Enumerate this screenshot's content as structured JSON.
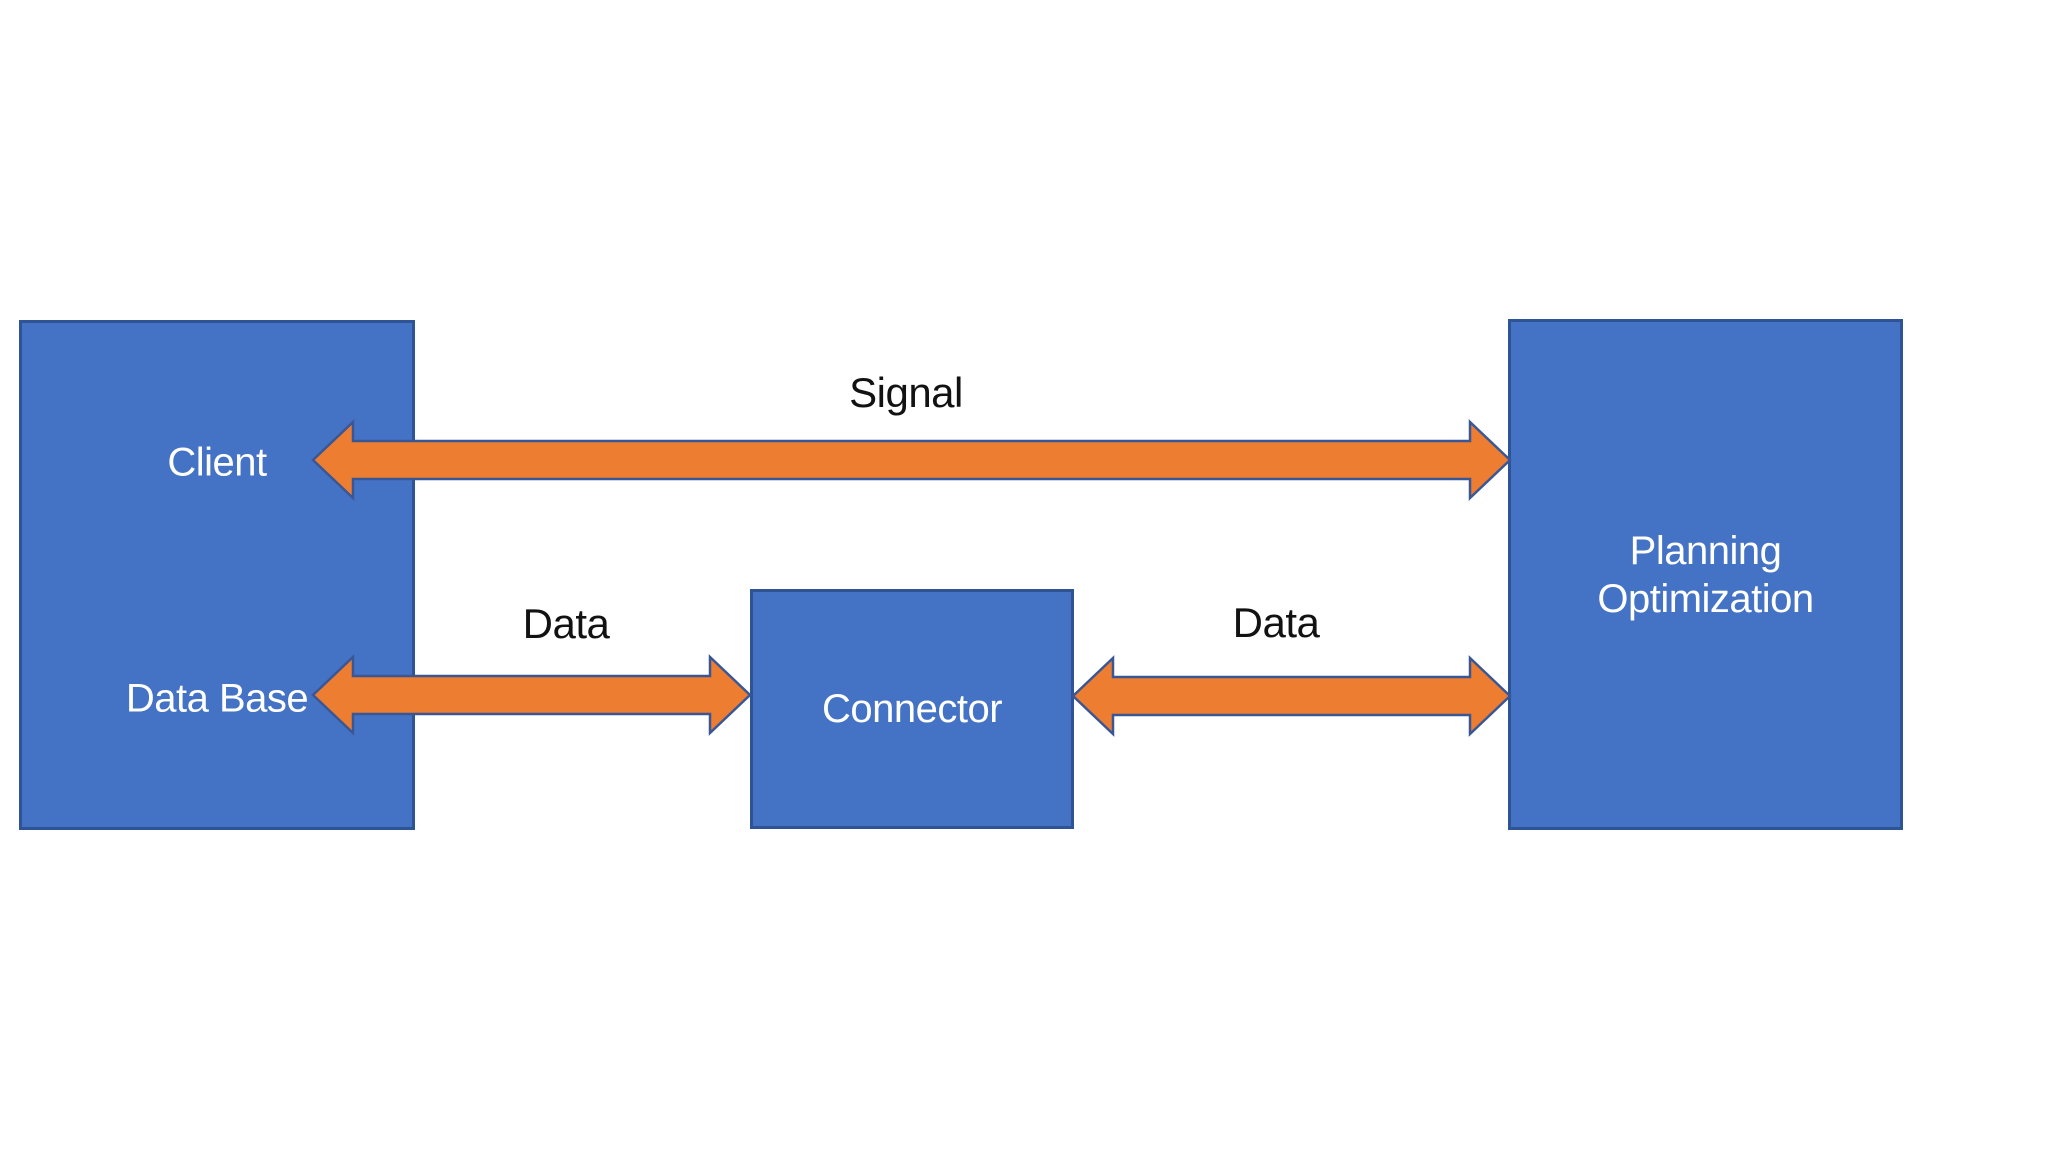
{
  "diagram": {
    "colors": {
      "node_fill": "#4472C4",
      "node_border": "#2F5496",
      "arrow_fill": "#ED7D31",
      "arrow_border": "#3A5795",
      "node_text": "#FFFFFF",
      "edge_label_text": "#121212",
      "background": "#FFFFFF"
    },
    "nodes": [
      {
        "id": "client-database",
        "labels": [
          "Client",
          "Data Base"
        ]
      },
      {
        "id": "connector",
        "label": "Connector"
      },
      {
        "id": "planning-optimization",
        "label": "Planning Optimization",
        "lines": [
          "Planning",
          "Optimization"
        ]
      }
    ],
    "edges": [
      {
        "label": "Signal",
        "from": "Client",
        "to": "Planning Optimization",
        "direction": "bidirectional"
      },
      {
        "label": "Data",
        "from": "Data Base",
        "to": "Connector",
        "direction": "bidirectional"
      },
      {
        "label": "Data",
        "from": "Connector",
        "to": "Planning Optimization",
        "direction": "bidirectional"
      }
    ]
  }
}
